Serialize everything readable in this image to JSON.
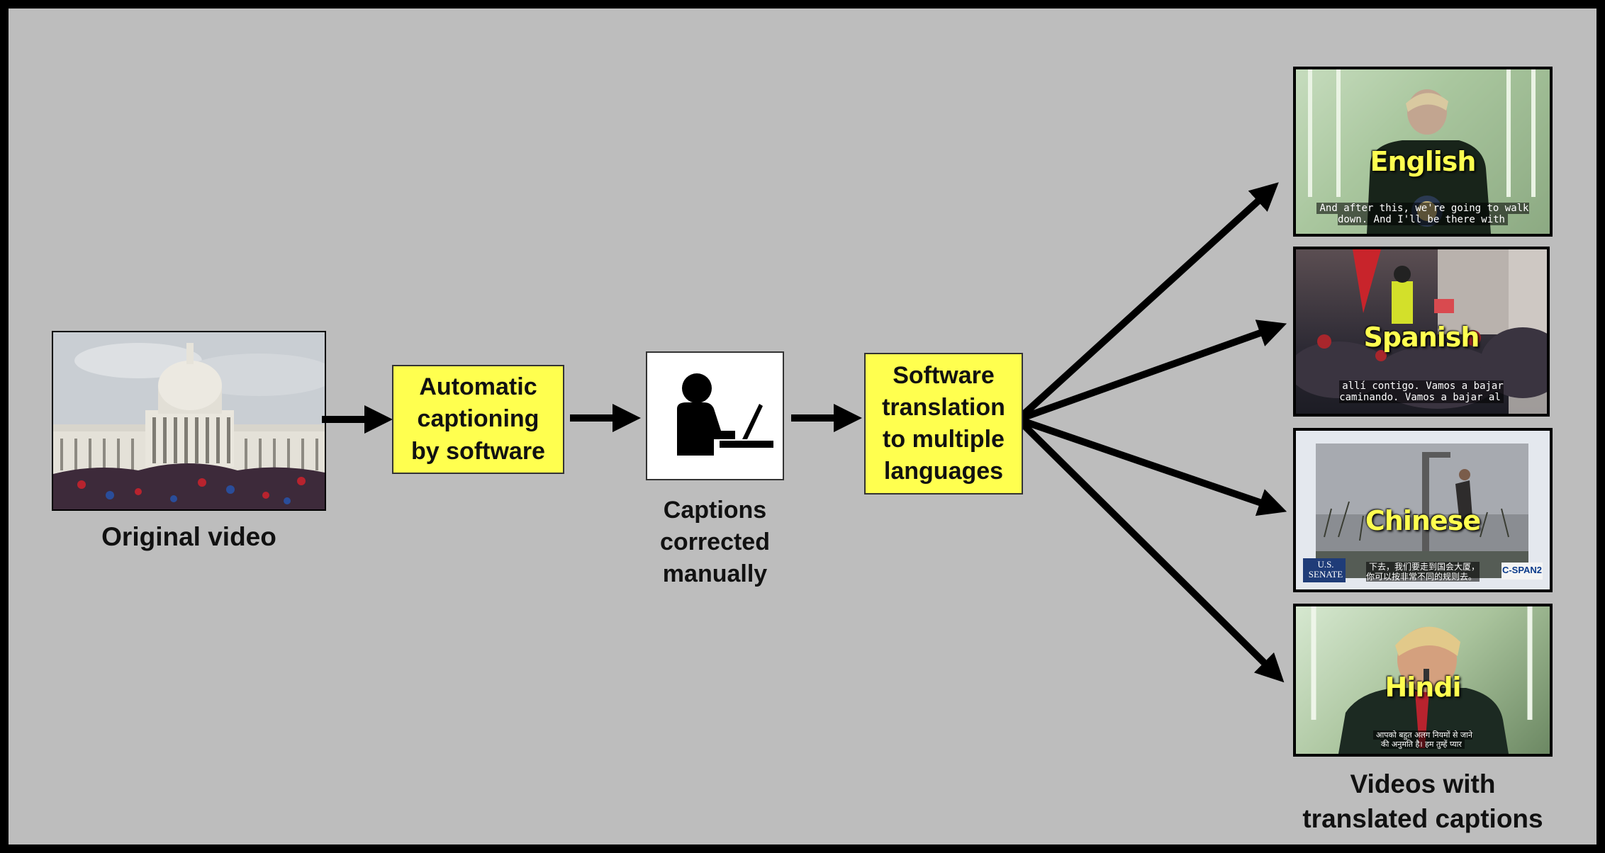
{
  "diagram": {
    "original_video_label": "Original video",
    "step_auto_captioning": "Automatic\ncaptioning\nby software",
    "step_manual_correction_label": "Captions\ncorrected\nmanually",
    "step_translation": "Software\ntranslation\nto multiple\nlanguages",
    "output_label": "Videos with\ntranslated captions",
    "outputs": [
      {
        "language": "English",
        "caption": "And after this, we're going to walk\ndown. And I'll be there with"
      },
      {
        "language": "Spanish",
        "caption": "allí contigo. Vamos a bajar\ncaminando. Vamos a bajar al"
      },
      {
        "language": "Chinese",
        "caption": "下去，我们要走到国会大厦，\n你可以按非常不同的规则去。",
        "logo_left": "U.S.\nSENATE",
        "logo_right": "C-SPAN2"
      },
      {
        "language": "Hindi",
        "caption": "आपको बहुत अलग नियमों से जाने\nकी अनुमति है। हम तुम्हें प्यार"
      }
    ],
    "colors": {
      "background": "#bdbdbd",
      "step_box": "#ffff4f",
      "language_text": "#ffff50",
      "border": "#000000"
    }
  }
}
